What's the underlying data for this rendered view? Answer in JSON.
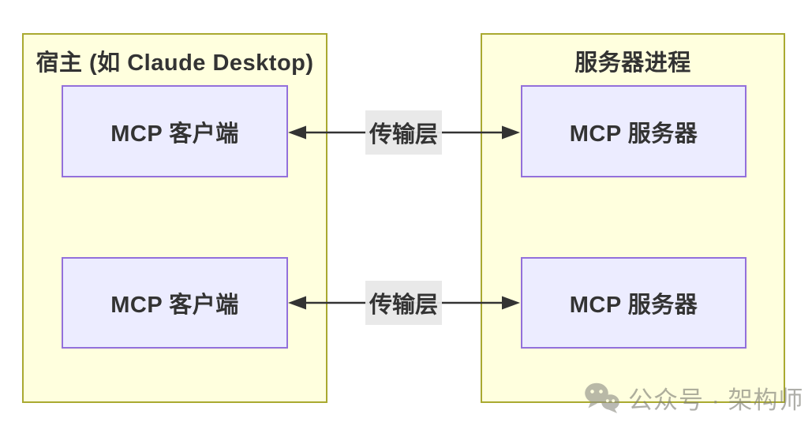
{
  "diagram": {
    "host_container": {
      "title": "宿主 (如 Claude Desktop)",
      "nodes": [
        {
          "label": "MCP 客户端"
        },
        {
          "label": "MCP 客户端"
        }
      ]
    },
    "server_container": {
      "title": "服务器进程",
      "nodes": [
        {
          "label": "MCP 服务器"
        },
        {
          "label": "MCP 服务器"
        }
      ]
    },
    "edges": [
      {
        "label": "传输层",
        "from": "MCP 客户端",
        "to": "MCP 服务器",
        "direction": "bidirectional"
      },
      {
        "label": "传输层",
        "from": "MCP 客户端",
        "to": "MCP 服务器",
        "direction": "bidirectional"
      }
    ]
  },
  "watermark": {
    "icon": "wechat-icon",
    "text": "公众号 · 架构师"
  },
  "colors": {
    "container_fill": "#FFFFDE",
    "container_border": "#A9A930",
    "node_fill": "#ECECFF",
    "node_border": "#9370DB",
    "edge_line": "#333333",
    "edge_label_bg": "#E8E8E8",
    "text": "#333333",
    "watermark_gray": "#9B9B93",
    "background": "#FFFFFF"
  }
}
